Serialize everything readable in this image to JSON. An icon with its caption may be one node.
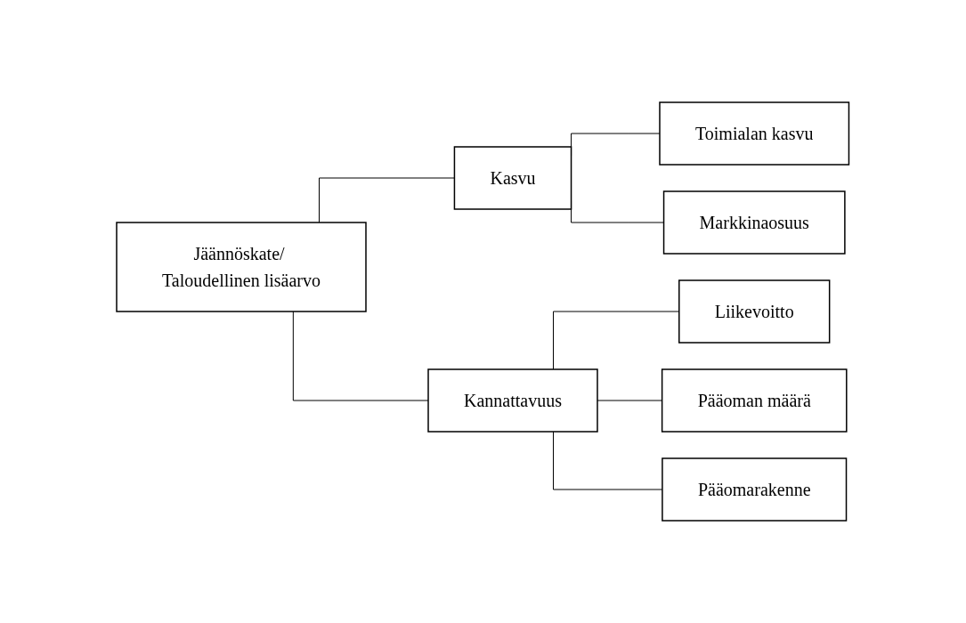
{
  "diagram": {
    "nodes": [
      {
        "text": [
          "Jäännöskate/ Taloudellinen lisäarvo"
        ]
      },
      {
        "text": [
          "Kasvu"
        ]
      },
      {
        "text": [
          "Kannattavuus"
        ]
      },
      {
        "text": [
          "Toimialan kasvu"
        ]
      },
      {
        "text": [
          "Markkinaosuus"
        ]
      },
      {
        "text": [
          "Liikevoitto"
        ]
      },
      {
        "text": [
          "Pääoman määrä"
        ]
      },
      {
        "text": [
          "Pääomarakenne"
        ]
      }
    ],
    "edges": [
      {
        "from": 0,
        "to": 1,
        "arrow": "none"
      },
      {
        "from": 0,
        "to": 2,
        "arrow": "none"
      },
      {
        "from": 1,
        "to": 3,
        "arrow": "none"
      },
      {
        "from": 1,
        "to": 4,
        "arrow": "none"
      },
      {
        "from": 2,
        "to": 5,
        "arrow": "none"
      },
      {
        "from": 2,
        "to": 6,
        "arrow": "none"
      },
      {
        "from": 2,
        "to": 7,
        "arrow": "none"
      }
    ]
  }
}
